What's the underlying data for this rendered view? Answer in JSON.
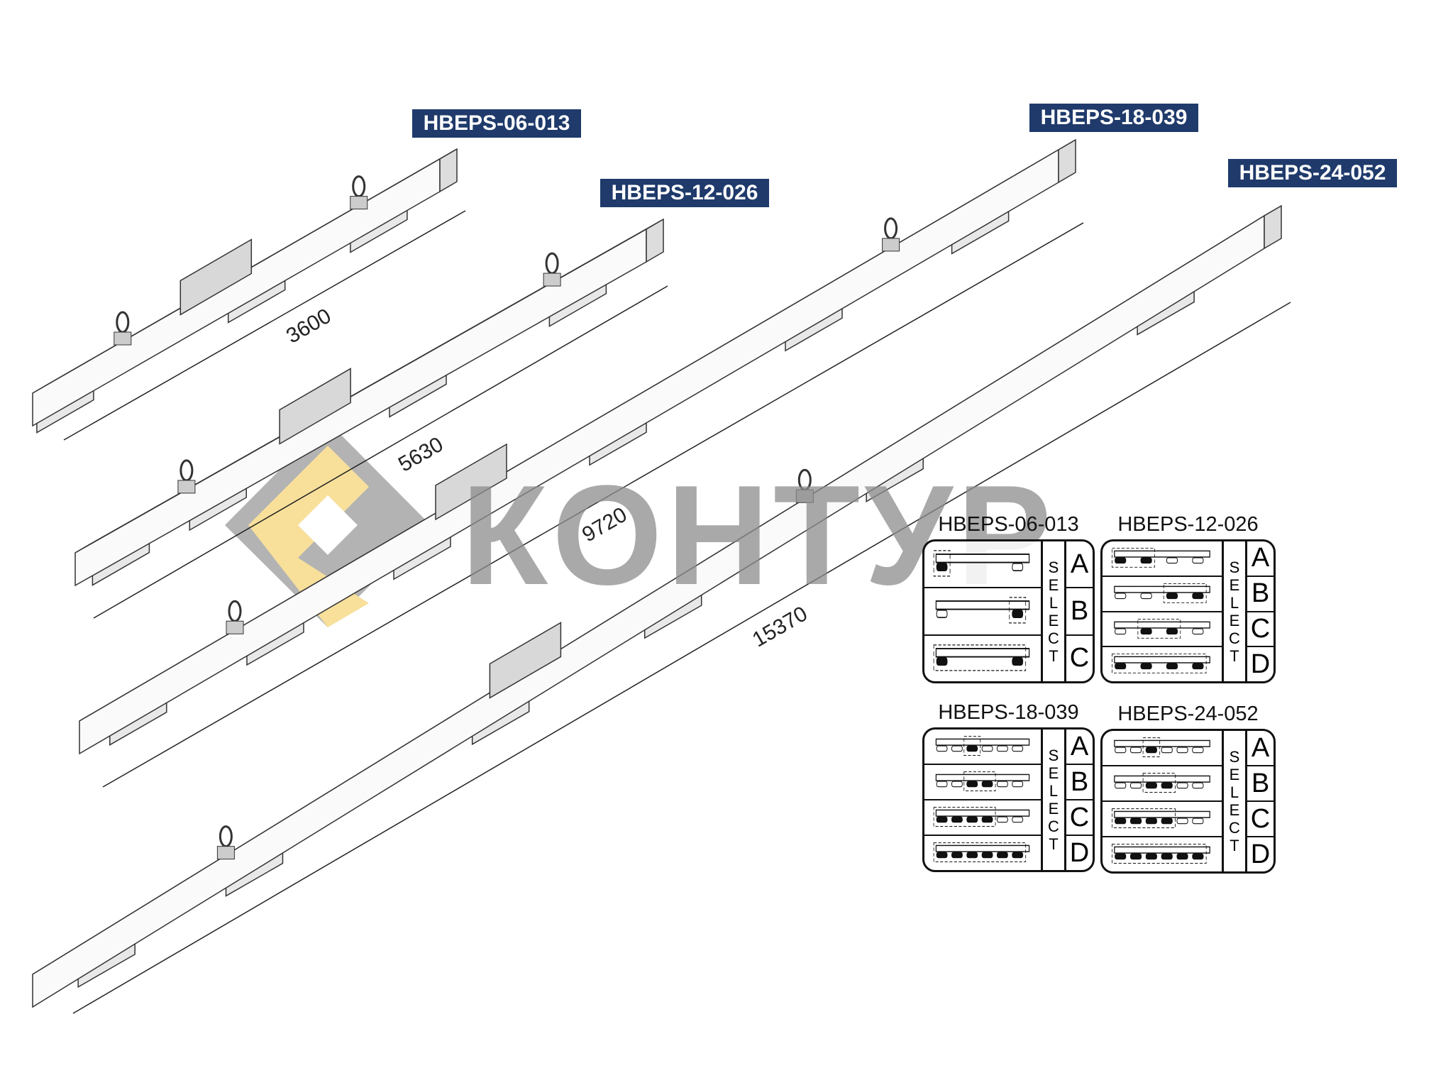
{
  "models": [
    {
      "label": "HBEPS-06-013",
      "length": "3600"
    },
    {
      "label": "HBEPS-12-026",
      "length": "5630"
    },
    {
      "label": "HBEPS-18-039",
      "length": "9720"
    },
    {
      "label": "HBEPS-24-052",
      "length": "15370"
    }
  ],
  "watermark": "КОНТУР",
  "select_label": "SELECT",
  "panels": [
    {
      "title": "HBEPS-06-013",
      "pads": 2,
      "options": [
        {
          "letter": "A",
          "active": [
            0
          ]
        },
        {
          "letter": "B",
          "active": [
            1
          ]
        },
        {
          "letter": "C",
          "active": [
            0,
            1
          ]
        }
      ]
    },
    {
      "title": "HBEPS-12-026",
      "pads": 4,
      "options": [
        {
          "letter": "A",
          "active": [
            0,
            1
          ]
        },
        {
          "letter": "B",
          "active": [
            2,
            3
          ]
        },
        {
          "letter": "C",
          "active": [
            1,
            2
          ]
        },
        {
          "letter": "D",
          "active": [
            0,
            1,
            2,
            3
          ]
        }
      ]
    },
    {
      "title": "HBEPS-18-039",
      "pads": 6,
      "options": [
        {
          "letter": "A",
          "active": [
            2
          ]
        },
        {
          "letter": "B",
          "active": [
            2,
            3
          ]
        },
        {
          "letter": "C",
          "active": [
            0,
            1,
            2,
            3
          ]
        },
        {
          "letter": "D",
          "active": [
            0,
            1,
            2,
            3,
            4,
            5
          ]
        }
      ]
    },
    {
      "title": "HBEPS-24-052",
      "pads": 6,
      "options": [
        {
          "letter": "A",
          "active": [
            2
          ]
        },
        {
          "letter": "B",
          "active": [
            2,
            3
          ]
        },
        {
          "letter": "C",
          "active": [
            0,
            1,
            2,
            3
          ]
        },
        {
          "letter": "D",
          "active": [
            0,
            1,
            2,
            3,
            4,
            5
          ]
        }
      ]
    }
  ],
  "colors": {
    "tag_bg": "#1f3a6b",
    "logo_yellow": "#f6d67a",
    "logo_gray": "#9a9a9a"
  }
}
